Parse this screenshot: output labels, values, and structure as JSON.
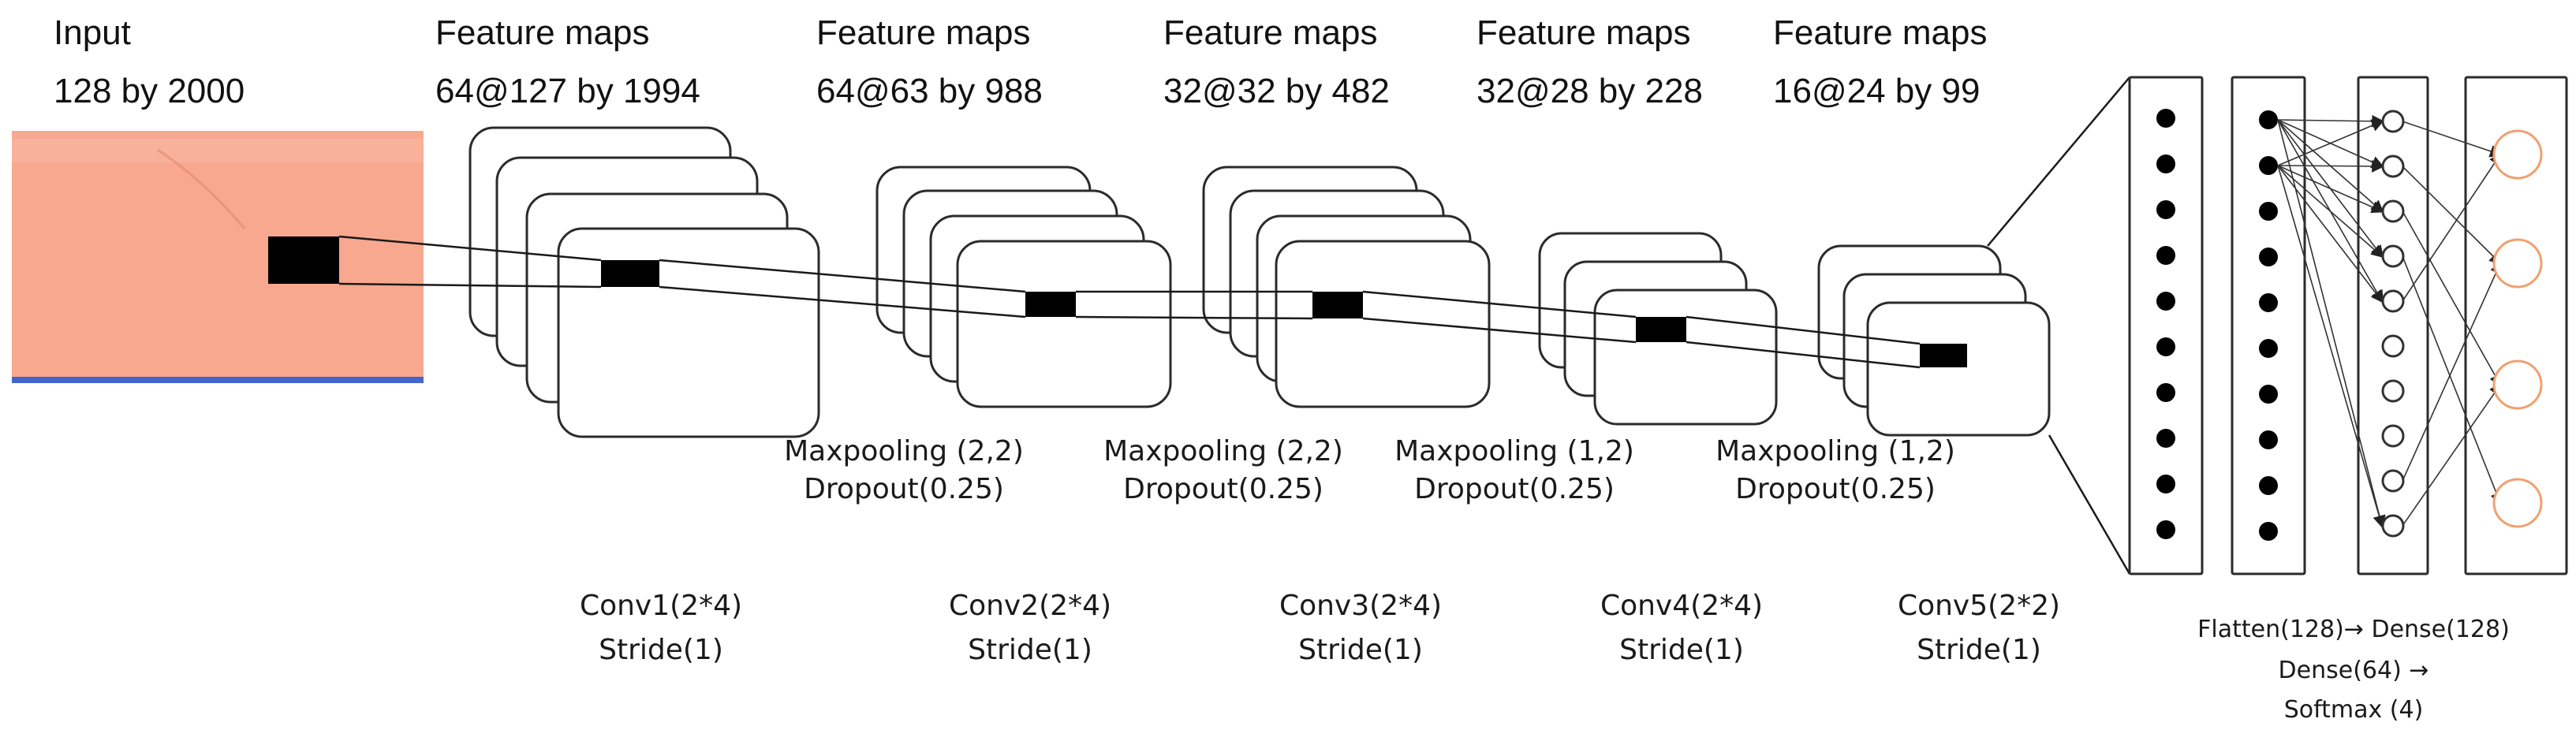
{
  "headers": [
    {
      "title": "Input",
      "sub": "128 by 2000"
    },
    {
      "title": "Feature maps",
      "sub": "64@127 by 1994"
    },
    {
      "title": "Feature maps",
      "sub": "64@63 by 988"
    },
    {
      "title": "Feature maps",
      "sub": "32@32 by 482"
    },
    {
      "title": "Feature maps",
      "sub": "32@28 by 228"
    },
    {
      "title": "Feature maps",
      "sub": "16@24 by 99"
    }
  ],
  "pooling": [
    {
      "pool": "Maxpooling (2,2)",
      "drop": "Dropout(0.25)"
    },
    {
      "pool": "Maxpooling (2,2)",
      "drop": "Dropout(0.25)"
    },
    {
      "pool": "Maxpooling (1,2)",
      "drop": "Dropout(0.25)"
    },
    {
      "pool": "Maxpooling (1,2)",
      "drop": "Dropout(0.25)"
    }
  ],
  "convs": [
    {
      "name": "Conv1(2*4)",
      "stride": "Stride(1)"
    },
    {
      "name": "Conv2(2*4)",
      "stride": "Stride(1)"
    },
    {
      "name": "Conv3(2*4)",
      "stride": "Stride(1)"
    },
    {
      "name": "Conv4(2*4)",
      "stride": "Stride(1)"
    },
    {
      "name": "Conv5(2*2)",
      "stride": "Stride(1)"
    }
  ],
  "dense": {
    "line1": "Flatten(128)→ Dense(128)",
    "line2": "Dense(64) →",
    "line3": "Softmax (4)"
  },
  "colors": {
    "input_fill": "#f7a88e",
    "input_edge": "#4466cc",
    "output_node": "#f0a070"
  }
}
